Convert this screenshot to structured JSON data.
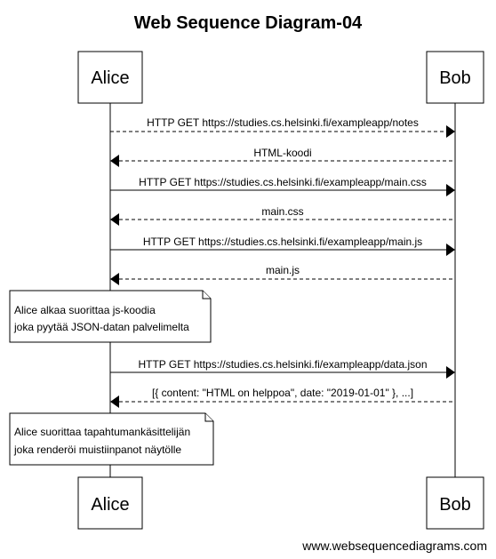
{
  "title": "Web Sequence Diagram-04",
  "participants": {
    "left": "Alice",
    "right": "Bob"
  },
  "messages": [
    {
      "label": "HTTP GET https://studies.cs.helsinki.fi/exampleapp/notes",
      "direction": "right",
      "style": "dashed"
    },
    {
      "label": "HTML-koodi",
      "direction": "left",
      "style": "dashed"
    },
    {
      "label": "HTTP GET https://studies.cs.helsinki.fi/exampleapp/main.css",
      "direction": "right",
      "style": "solid"
    },
    {
      "label": "main.css",
      "direction": "left",
      "style": "dashed"
    },
    {
      "label": "HTTP GET https://studies.cs.helsinki.fi/exampleapp/main.js",
      "direction": "right",
      "style": "solid"
    },
    {
      "label": "main.js",
      "direction": "left",
      "style": "dashed"
    },
    {
      "label": "HTTP GET https://studies.cs.helsinki.fi/exampleapp/data.json",
      "direction": "right",
      "style": "solid"
    },
    {
      "label": "[{ content: \"HTML on helppoa\", date: \"2019-01-01\" }, ...]",
      "direction": "left",
      "style": "dashed"
    }
  ],
  "notes": [
    {
      "line1": "Alice alkaa suorittaa js-koodia",
      "line2": "joka pyytää JSON-datan palvelimelta"
    },
    {
      "line1": "Alice suorittaa tapahtumankäsittelijän",
      "line2": "joka renderöi muistiinpanot näytölle"
    }
  ],
  "footer": "www.websequencediagrams.com"
}
